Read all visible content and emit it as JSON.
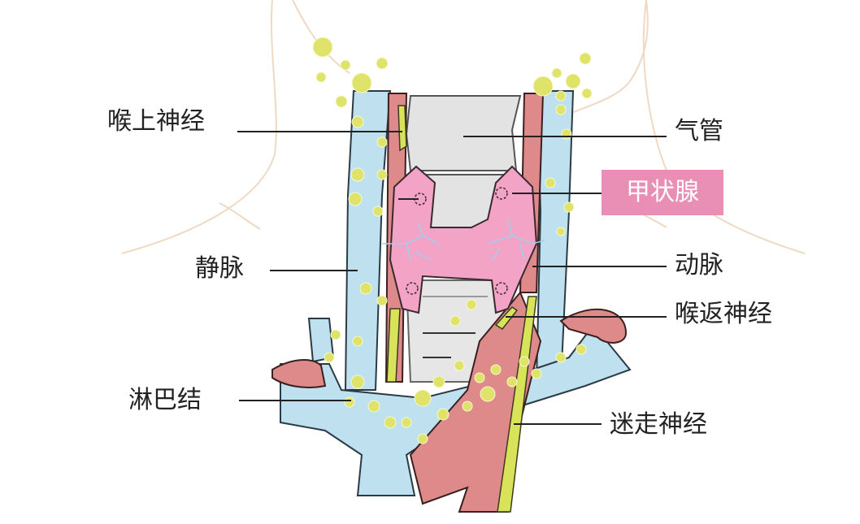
{
  "labels": {
    "superior_laryngeal_nerve": "喉上神经",
    "trachea": "气管",
    "thyroid": "甲状腺",
    "vein": "静脉",
    "artery": "动脉",
    "recurrent_laryngeal_nerve": "喉返神经",
    "lymph_node": "淋巴结",
    "vagus_nerve": "迷走神经"
  },
  "colors": {
    "thyroid": "#f2a3c6",
    "thyroid_label_bg": "#e98fb6",
    "vein": "#bfe0ee",
    "artery": "#de8a8a",
    "trachea": "#e6e6e6",
    "nerve": "#d9e35a",
    "lymph_node": "#dfe36a",
    "skin_outline": "#f0d9c4",
    "leader_line": "#222222"
  }
}
